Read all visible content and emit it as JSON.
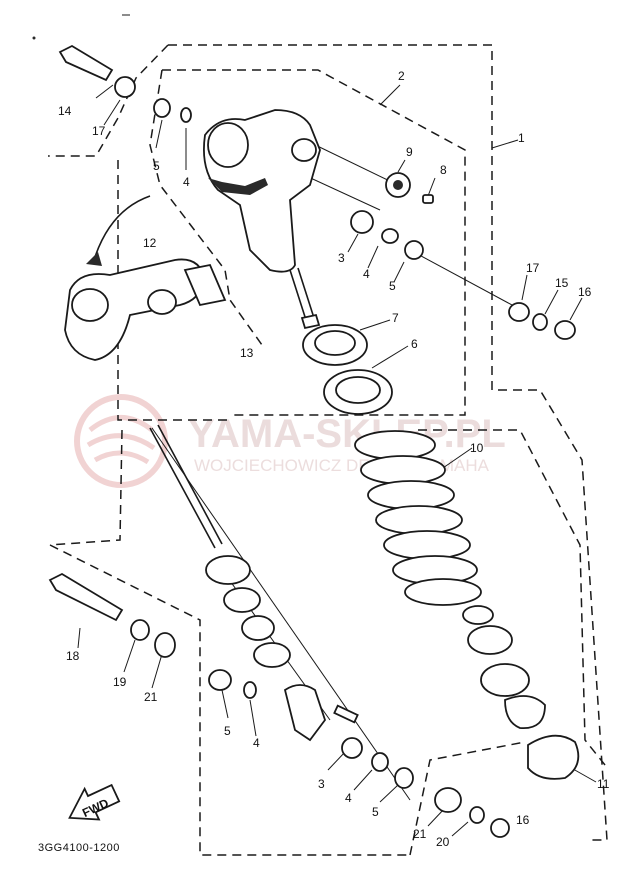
{
  "diagram": {
    "part_code": "3GG4100-1200",
    "direction_label": "FWD",
    "labels": {
      "l1": "1",
      "l2": "2",
      "l3a": "3",
      "l3b": "3",
      "l4a": "4",
      "l4b": "4",
      "l4c": "4",
      "l4d": "4",
      "l5a": "5",
      "l5b": "5",
      "l5c": "5",
      "l5d": "5",
      "l6": "6",
      "l7": "7",
      "l8": "8",
      "l9": "9",
      "l10": "10",
      "l11": "11",
      "l12": "12",
      "l13": "13",
      "l14": "14",
      "l15": "15",
      "l16a": "16",
      "l16b": "16",
      "l17a": "17",
      "l17b": "17",
      "l18": "18",
      "l19": "19",
      "l20": "20",
      "l21a": "21",
      "l21b": "21"
    }
  },
  "watermark": {
    "title": "YAMA-SKLEP.PL",
    "subtitle": "WOJCIECHOWICZ DEALER YAMAHA"
  }
}
